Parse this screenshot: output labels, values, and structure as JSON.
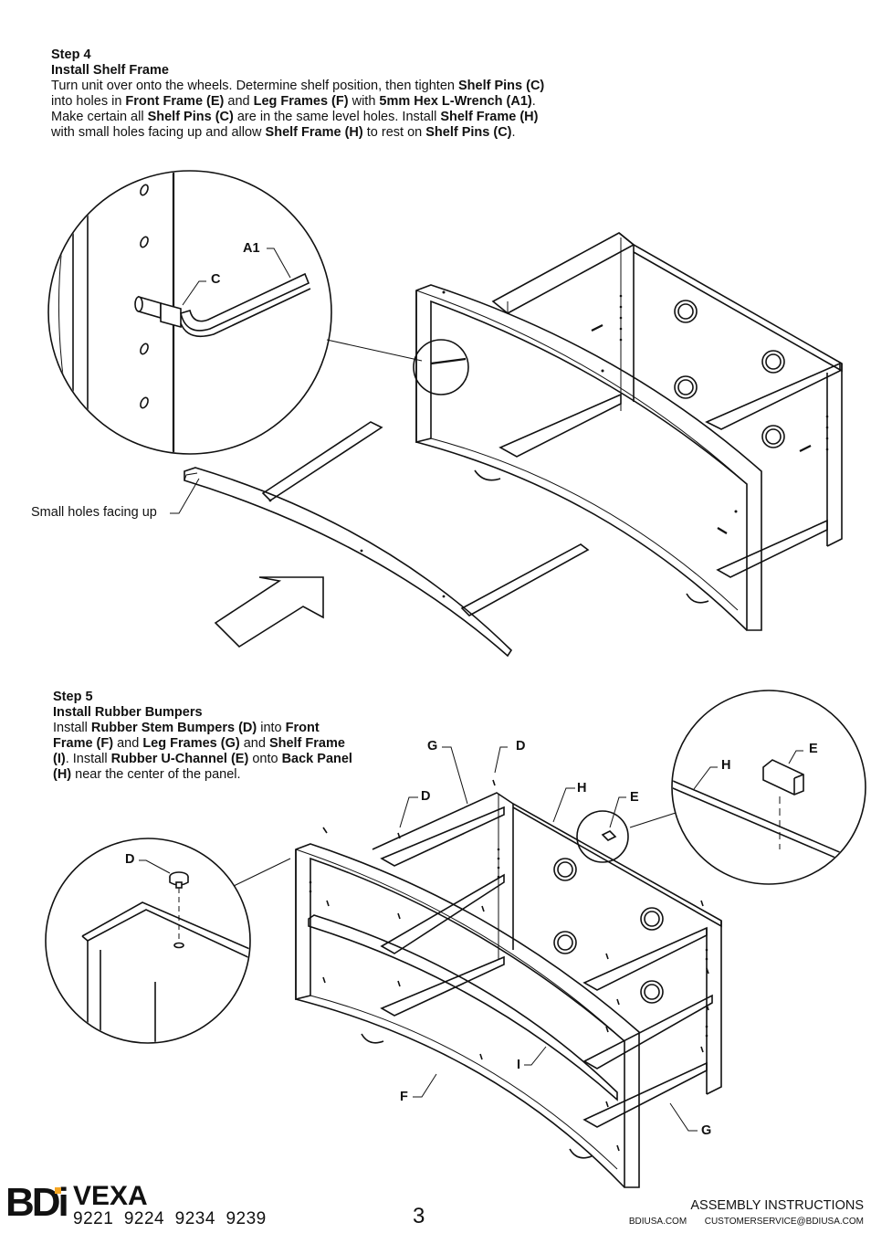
{
  "step4": {
    "heading": "Step 4",
    "title": "Install Shelf Frame",
    "body": [
      {
        "t": "Turn unit over onto the wheels. Determine shelf position, then tighten ",
        "b": false
      },
      {
        "t": "Shelf Pins (C)",
        "b": true
      },
      {
        "t": " into holes in ",
        "b": false
      },
      {
        "t": "Front Frame (E)",
        "b": true
      },
      {
        "t": " and ",
        "b": false
      },
      {
        "t": "Leg Frames (F)",
        "b": true
      },
      {
        "t": " with ",
        "b": false
      },
      {
        "t": "5mm Hex L-Wrench (A1)",
        "b": true
      },
      {
        "t": ". Make certain all ",
        "b": false
      },
      {
        "t": "Shelf Pins (C)",
        "b": true
      },
      {
        "t": " are in the same level holes. Install ",
        "b": false
      },
      {
        "t": "Shelf Frame (H)",
        "b": true
      },
      {
        "t": " with small holes facing up and allow ",
        "b": false
      },
      {
        "t": "Shelf Frame (H)",
        "b": true
      },
      {
        "t": " to rest on ",
        "b": false
      },
      {
        "t": "Shelf Pins (C)",
        "b": true
      },
      {
        "t": ".",
        "b": false
      }
    ],
    "callouts": {
      "a1": "A1",
      "c": "C"
    },
    "note": "Small holes facing up"
  },
  "step5": {
    "heading": "Step 5",
    "title": "Install Rubber Bumpers",
    "body": [
      {
        "t": "Install ",
        "b": false
      },
      {
        "t": "Rubber Stem Bumpers (D)",
        "b": true
      },
      {
        "t": " into ",
        "b": false
      },
      {
        "t": "Front Frame (F)",
        "b": true
      },
      {
        "t": " and ",
        "b": false
      },
      {
        "t": "Leg Frames (G)",
        "b": true
      },
      {
        "t": " and ",
        "b": false
      },
      {
        "t": "Shelf Frame (I)",
        "b": true
      },
      {
        "t": ". Install ",
        "b": false
      },
      {
        "t": "Rubber U-Channel (E)",
        "b": true
      },
      {
        "t": " onto ",
        "b": false
      },
      {
        "t": "Back Panel (H)",
        "b": true
      },
      {
        "t": " near the center of the panel.",
        "b": false
      }
    ],
    "callouts": {
      "d_zoom": "D",
      "g_top": "G",
      "d_top": "D",
      "d_left": "D",
      "h_main": "H",
      "e_main": "E",
      "h_zoom": "H",
      "e_zoom": "E",
      "i": "I",
      "f": "F",
      "g_bottom": "G"
    }
  },
  "footer": {
    "logo": "BDi",
    "product": "VEXA",
    "models": "9221  9224  9234  9239",
    "page_number": "3",
    "doc_type": "ASSEMBLY INSTRUCTIONS",
    "website": "BDIUSA.COM",
    "email": "CUSTOMERSERVICE@BDIUSA.COM"
  },
  "colors": {
    "ink": "#111111",
    "logo_accent": "#f5a623"
  }
}
